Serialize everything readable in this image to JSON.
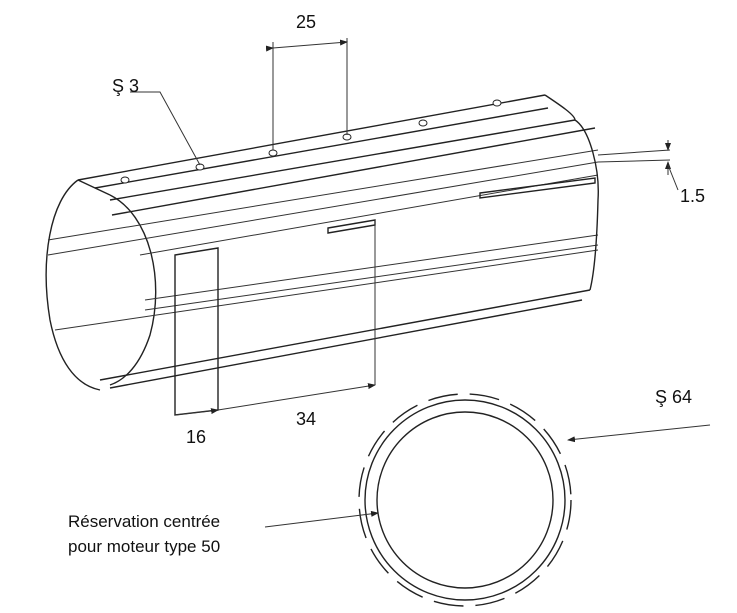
{
  "dimensions": {
    "hole_spacing": "25",
    "hole_diameter": "Ş 3",
    "slot_width": "1.5",
    "cutout_width": "16",
    "cutout_offset": "34",
    "tube_diameter": "Ş 64"
  },
  "note": {
    "line1": "Réservation centrée",
    "line2": "pour moteur type 50"
  }
}
